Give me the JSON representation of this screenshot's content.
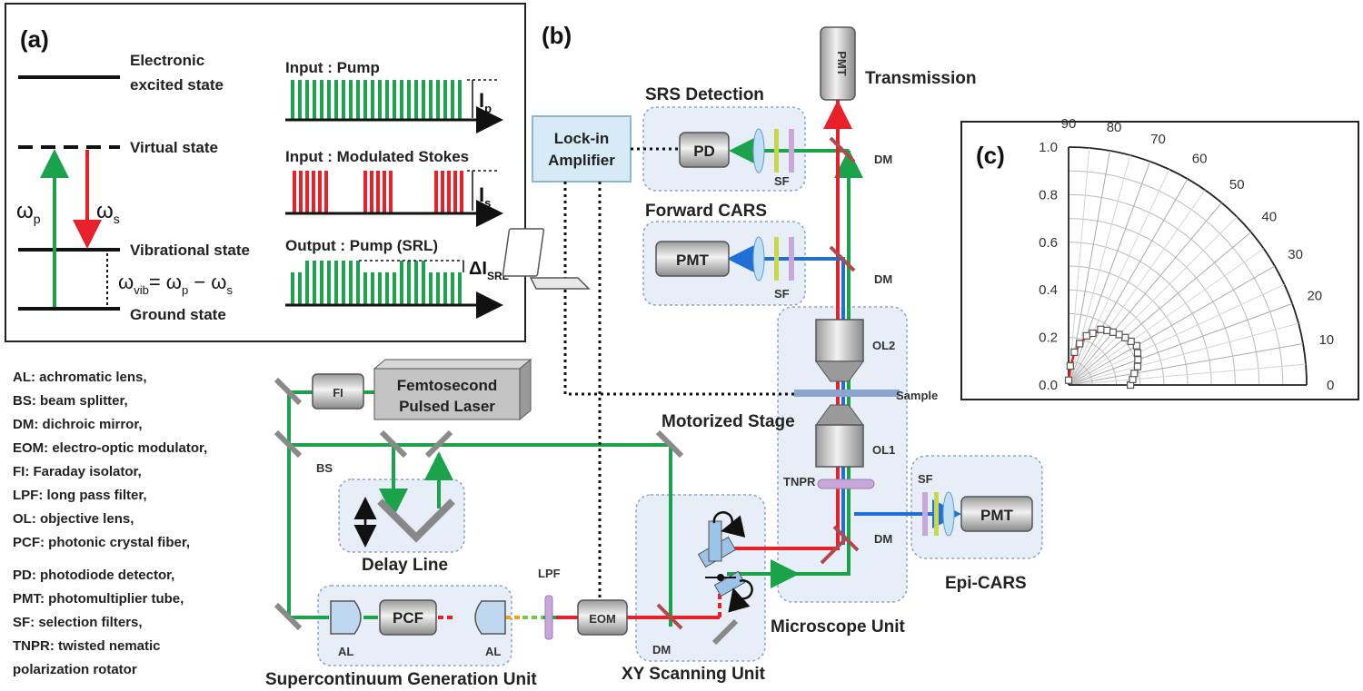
{
  "panel_a": {
    "label": "(a)",
    "levels": {
      "electronic_1": "Electronic",
      "electronic_2": "excited state",
      "virtual": "Virtual state",
      "vibrational": "Vibrational state",
      "ground": "Ground state"
    },
    "omega_p": "ω",
    "omega_p_sub": "p",
    "omega_s": "ω",
    "omega_s_sub": "s",
    "omega_vib": "ω",
    "omega_vib_sub": "vib",
    "omega_vib_eq": "= ω",
    "omega_vib_eq_sub": "p",
    "omega_vib_minus": " − ω",
    "omega_vib_minus_sub": "s",
    "input_pump": "Input : Pump",
    "input_stokes": "Input : Modulated Stokes",
    "output_pump": "Output : Pump (SRL)",
    "ip": "I",
    "ip_sub": "p",
    "is": "I",
    "is_sub": "s",
    "dsrl": "ΔI",
    "dsrl_sub": "SRL"
  },
  "panel_b": {
    "label": "(b)",
    "lockin_1": "Lock-in",
    "lockin_2": "Amplifier",
    "pd": "PD",
    "pmt_fwd": "PMT",
    "pmt_epi": "PMT",
    "pmt_top": "PMT",
    "srs_detection": "SRS Detection",
    "forward_cars": "Forward  CARS",
    "transmission": "Transmission",
    "sf": "SF",
    "dm": "DM",
    "ol2": "OL2",
    "ol1": "OL1",
    "sample": "Sample",
    "tnpr": "TNPR",
    "motorized_stage": "Motorized  Stage",
    "epi_cars": "Epi-CARS",
    "microscope_unit": "Microscope  Unit",
    "fi": "FI",
    "laser_1": "Femtosecond",
    "laser_2": "Pulsed Laser",
    "bs": "BS",
    "delay_line": "Delay Line",
    "pcf": "PCF",
    "al": "AL",
    "lpf": "LPF",
    "eom": "EOM",
    "supercontinuum": "Supercontinuum   Generation  Unit",
    "xy_scanning": "XY Scanning Unit"
  },
  "abbreviations": [
    "AL: achromatic lens,",
    "BS: beam splitter,",
    "DM: dichroic mirror,",
    "EOM: electro-optic modulator,",
    "FI: Faraday isolator,",
    "LPF: long pass filter,",
    "OL: objective lens,",
    "PCF: photonic crystal fiber,",
    "PD: photodiode detector,",
    "PMT: photomultiplier tube,",
    "SF: selection filters,",
    "TNPR: twisted nematic",
    "polarization rotator"
  ],
  "colors": {
    "pump_green": "#1aa34a",
    "stokes_red": "#e8202a",
    "cars_blue": "#1f6fd6",
    "fit_red": "#e02020",
    "unit_fill": "#e7eef8"
  },
  "chart_data": {
    "type": "scatter",
    "projection": "polar",
    "label": "(c)",
    "radial_ticks": [
      "0.0",
      "0.2",
      "0.4",
      "0.6",
      "0.8",
      "1.0"
    ],
    "angle_ticks": [
      "0",
      "10",
      "20",
      "30",
      "40",
      "50",
      "60",
      "70",
      "80",
      "90"
    ],
    "rlim": [
      0,
      1.0
    ],
    "theta_range_deg": [
      0,
      90
    ],
    "series": [
      {
        "marker": "open-square",
        "theta_deg": [
          0,
          5,
          10,
          15,
          20,
          25,
          30,
          35,
          40,
          45,
          50,
          55,
          60,
          65,
          70,
          75,
          80,
          85,
          90
        ],
        "r": [
          0.26,
          0.27,
          0.28,
          0.3,
          0.31,
          0.32,
          0.33,
          0.32,
          0.31,
          0.3,
          0.29,
          0.28,
          0.27,
          0.24,
          0.22,
          0.18,
          0.14,
          0.08,
          0.02
        ]
      },
      {
        "line": "fit",
        "theta_deg": [
          0,
          5,
          10,
          15,
          20,
          25,
          30,
          35,
          40,
          45,
          50,
          55,
          60,
          65,
          70,
          75,
          80,
          85,
          90
        ],
        "r": [
          0.255,
          0.265,
          0.28,
          0.295,
          0.31,
          0.32,
          0.325,
          0.325,
          0.315,
          0.305,
          0.29,
          0.275,
          0.26,
          0.24,
          0.215,
          0.18,
          0.13,
          0.07,
          0.01
        ]
      }
    ]
  }
}
